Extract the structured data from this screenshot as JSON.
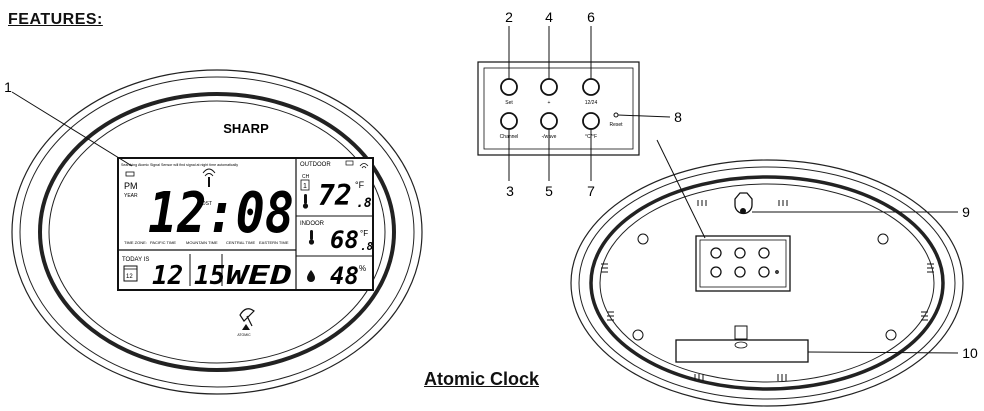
{
  "heading": "FEATURES:",
  "caption": "Atomic Clock",
  "front": {
    "brand": "SHARP",
    "banner": "Searching Atomic Signal Sensor will find signal at night time automatically",
    "ampm": "PM",
    "year_label": "YEAR",
    "time": "12:08",
    "dst": "DST",
    "zones": [
      "TIME ZONE:",
      "PACIFIC TIME",
      "MOUNTAIN TIME",
      "CENTRAL TIME",
      "EASTERN TIME"
    ],
    "today_label": "TODAY IS",
    "calendar_day": "12",
    "month": "12",
    "day": "15",
    "weekday": "WED",
    "outdoor_label": "OUTDOOR",
    "channel_label": "CH",
    "channel_value": "1",
    "outdoor_temp": "72",
    "outdoor_temp_dec": ".8",
    "outdoor_unit": "°F",
    "indoor_label": "INDOOR",
    "indoor_temp": "68",
    "indoor_temp_dec": ".8",
    "indoor_unit": "°F",
    "humidity": "48",
    "humidity_unit": "%",
    "atomic_logo": "ATOMIC"
  },
  "panel": {
    "buttons": [
      "Set",
      "+",
      "12/24",
      "Channel",
      "-/wave",
      "°C/°F"
    ],
    "reset_label": "Reset"
  },
  "callouts": [
    "1",
    "2",
    "3",
    "4",
    "5",
    "6",
    "7",
    "8",
    "9",
    "10"
  ]
}
